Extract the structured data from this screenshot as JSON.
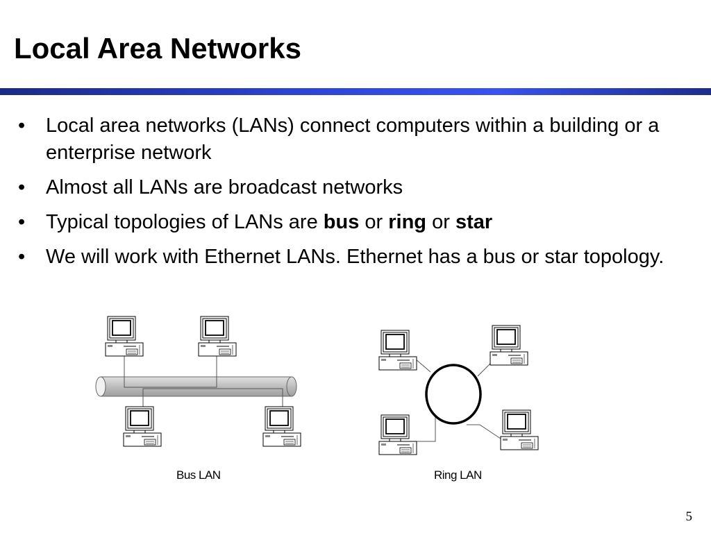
{
  "slide": {
    "title": "Local Area Networks",
    "page_number": "5",
    "accent_color": "#2f44d8"
  },
  "bullets": [
    {
      "text": "Local area networks (LANs) connect computers within a building or a enterprise network"
    },
    {
      "text": "Almost all LANs are broadcast networks"
    },
    {
      "prefix": "Typical topologies of LANs are ",
      "bold1": "bus",
      "mid1": " or ",
      "bold2": "ring",
      "mid2": " or ",
      "bold3": "star"
    },
    {
      "text": "We will work with Ethernet LANs. Ethernet has a bus or star topology."
    }
  ],
  "bullet_symbol": "•",
  "diagrams": {
    "bus": {
      "caption": "Bus LAN",
      "icon": "computer-icon"
    },
    "ring": {
      "caption": "Ring LAN",
      "icon": "computer-icon"
    }
  }
}
